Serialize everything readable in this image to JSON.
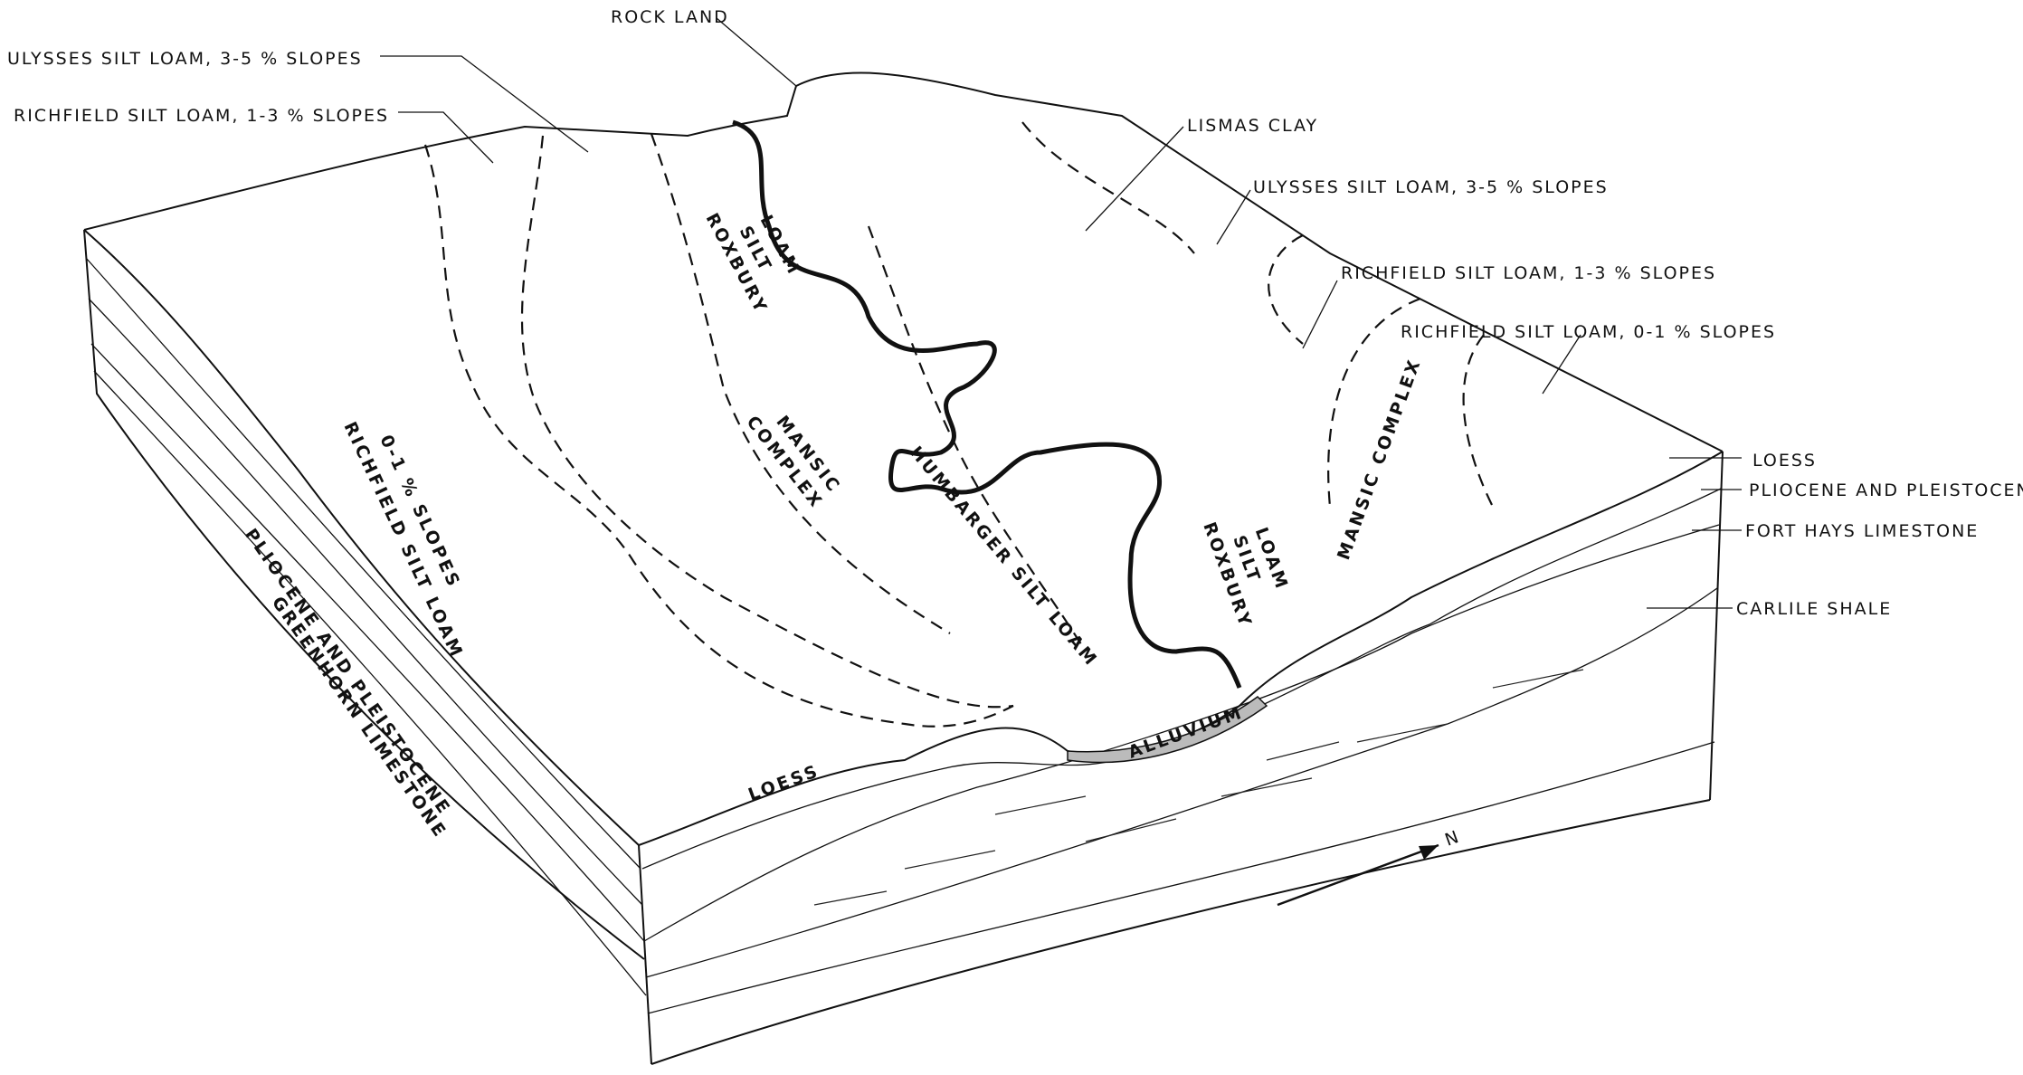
{
  "callouts": {
    "rock_land": "ROCK LAND",
    "ulysses_left": "ULYSSES SILT LOAM, 3-5 % SLOPES",
    "richfield_1_3_left": "RICHFIELD SILT LOAM, 1-3 % SLOPES",
    "lismas_clay": "LISMAS CLAY",
    "ulysses_right": "ULYSSES SILT LOAM, 3-5 % SLOPES",
    "richfield_1_3_right": "RICHFIELD SILT LOAM, 1-3 % SLOPES",
    "richfield_0_1_right": "RICHFIELD SILT LOAM, 0-1 % SLOPES"
  },
  "strata": {
    "loess": "LOESS",
    "pliocene": "PLIOCENE AND PLEISTOCENE",
    "fort_hays": "FORT HAYS LIMESTONE",
    "carlile": "CARLILE SHALE"
  },
  "surface_labels": {
    "roxbury_left": [
      "ROXBURY",
      "SILT",
      "LOAM"
    ],
    "mansic_left": [
      "MANSIC",
      "COMPLEX"
    ],
    "humbarger": "HUMBARGER SILT LOAM",
    "mansic_right": "MANSIC COMPLEX",
    "roxbury_right": [
      "ROXBURY",
      "SILT",
      "LOAM"
    ],
    "richfield_0_1_left": [
      "RICHFIELD SILT LOAM",
      "0-1 % SLOPES"
    ]
  },
  "face_labels": {
    "pliocene_left": "PLIOCENE AND PLEISTOCENE",
    "greenhorn": "GREENHORN LIMESTONE",
    "loess_front": "LOESS",
    "alluvium": "ALLUVIUM"
  },
  "north_label": "N"
}
